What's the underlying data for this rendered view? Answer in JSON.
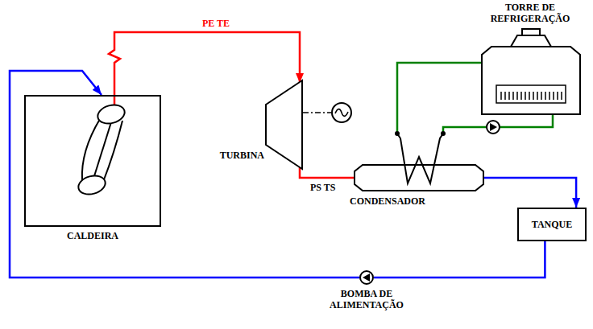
{
  "diagram": {
    "nodes": [
      {
        "text": [
          "CALDEIRA"
        ]
      },
      {
        "text": [
          "TURBINA"
        ]
      },
      {
        "text": [
          "TORRE DE REFRIGERAÇÃO"
        ]
      },
      {
        "text": [
          "CONDENSADOR"
        ]
      },
      {
        "text": [
          "TANQUE"
        ]
      },
      {
        "text": [
          "BOMBA DE ALIMENTAÇÃO"
        ]
      }
    ],
    "edges": [
      {
        "from": 0,
        "to": 1,
        "arrow": "to",
        "label": "PE TE"
      },
      {
        "from": 1,
        "to": 3,
        "arrow": "none",
        "label": "PS TS"
      },
      {
        "from": 3,
        "to": 2,
        "arrow": "none"
      },
      {
        "from": 3,
        "to": 2,
        "arrow": "none"
      },
      {
        "from": 3,
        "to": 4,
        "arrow": "to"
      },
      {
        "from": 4,
        "to": 5,
        "arrow": "none"
      },
      {
        "from": 5,
        "to": 0,
        "arrow": "to"
      }
    ]
  }
}
